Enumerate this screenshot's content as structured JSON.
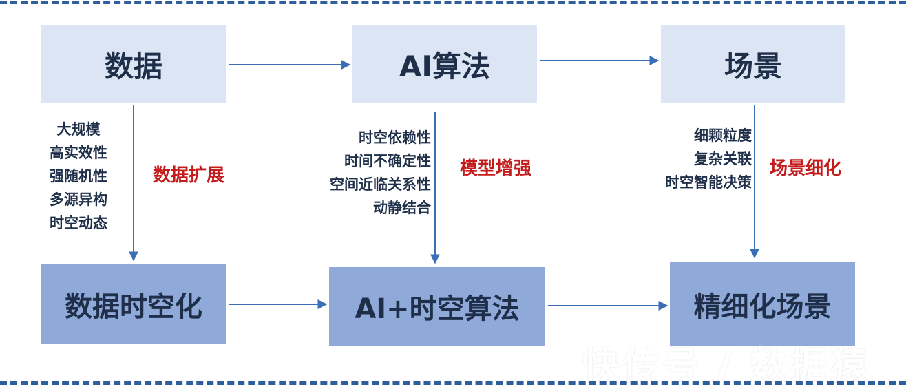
{
  "boxes": {
    "data": "数据",
    "ai_algorithm": "AI算法",
    "scene": "场景",
    "data_spatiotemporal": "数据时空化",
    "ai_spatiotemporal": "AI+时空算法",
    "fine_scene": "精细化场景"
  },
  "data_features": [
    "大规模",
    "高实效性",
    "强随机性",
    "多源异构",
    "时空动态"
  ],
  "ai_features": [
    "时空依赖性",
    "时间不确定性",
    "空间近临关系性",
    "动静结合"
  ],
  "scene_features": [
    "细颗粒度",
    "复杂关联",
    "时空智能决策"
  ],
  "labels": {
    "data_expand": "数据扩展",
    "model_enhance": "模型增强",
    "scene_refine": "场景细化"
  },
  "watermark": "快传号 / 数据猿",
  "colors": {
    "light_box": "#dbe5f3",
    "dark_box": "#8fa9d9",
    "arrow": "#3a6fb8",
    "red": "#c41c1c",
    "border": "#2f5e9e"
  }
}
